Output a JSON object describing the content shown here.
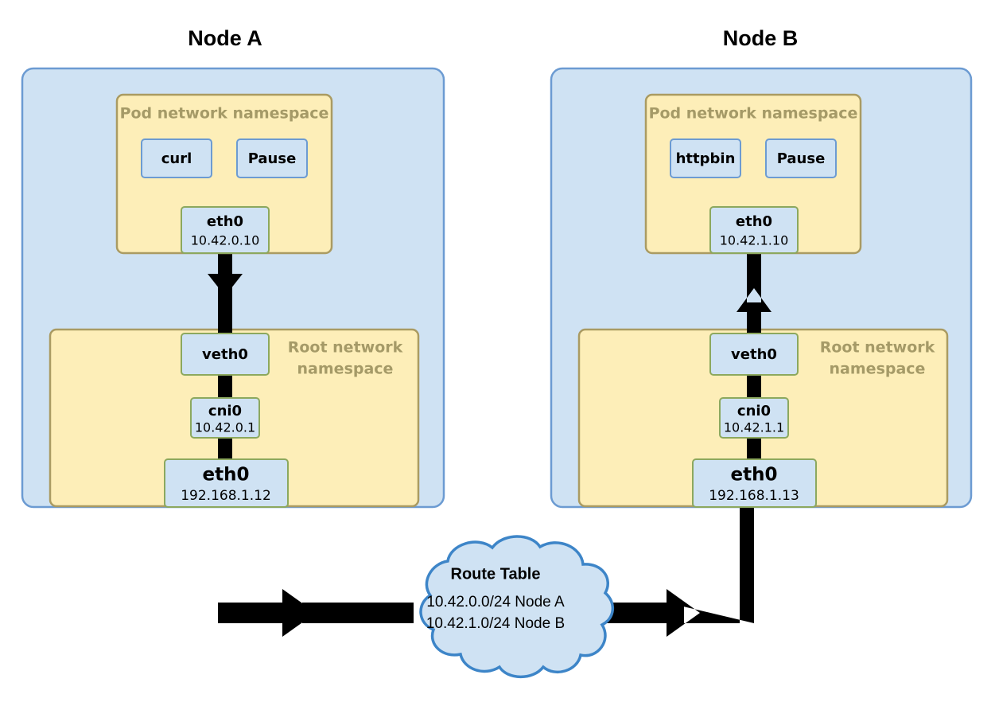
{
  "diagram": {
    "title_font_color": "#000000",
    "colors": {
      "node_fill": "#cfe2f3",
      "node_stroke": "#6c9bd2",
      "namespace_fill": "#fdeeb8",
      "namespace_stroke": "#aa9b62",
      "namespace_label": "#a59a67",
      "iface_fill": "#cfe2f3",
      "iface_stroke": "#8ca85e",
      "container_fill": "#cfe2f3",
      "container_stroke": "#6c9bd2",
      "arrow": "#000000",
      "cloud_fill": "#cfe2f3",
      "cloud_stroke": "#3d85c8"
    },
    "nodes": [
      {
        "id": "node-a",
        "title": "Node A",
        "pod_namespace": {
          "label": "Pod network namespace",
          "containers": [
            {
              "name": "curl"
            },
            {
              "name": "Pause"
            }
          ],
          "interface": {
            "name": "eth0",
            "address": "10.42.0.10"
          }
        },
        "root_namespace": {
          "label_line1": "Root network",
          "label_line2": "namespace",
          "interfaces": [
            {
              "name": "veth0",
              "address": ""
            },
            {
              "name": "cni0",
              "address": "10.42.0.1"
            },
            {
              "name": "eth0",
              "address": "192.168.1.12"
            }
          ]
        },
        "flow_direction": "down"
      },
      {
        "id": "node-b",
        "title": "Node B",
        "pod_namespace": {
          "label": "Pod network namespace",
          "containers": [
            {
              "name": "httpbin"
            },
            {
              "name": "Pause"
            }
          ],
          "interface": {
            "name": "eth0",
            "address": "10.42.1.10"
          }
        },
        "root_namespace": {
          "label_line1": "Root network",
          "label_line2": "namespace",
          "interfaces": [
            {
              "name": "veth0",
              "address": ""
            },
            {
              "name": "cni0",
              "address": "10.42.1.1"
            },
            {
              "name": "eth0",
              "address": "192.168.1.13"
            }
          ]
        },
        "flow_direction": "up"
      }
    ],
    "route_table": {
      "title": "Route Table",
      "rows": [
        "10.42.0.0/24 Node A",
        "10.42.1.0/24 Node B"
      ]
    }
  }
}
